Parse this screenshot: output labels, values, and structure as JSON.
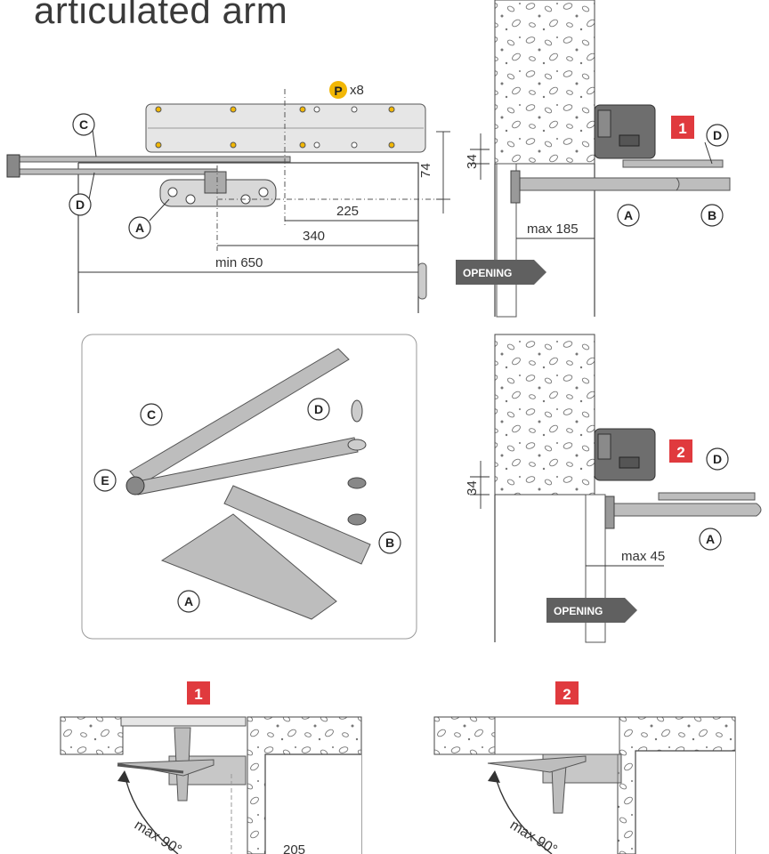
{
  "title": "articulated arm",
  "parts": {
    "a": "A",
    "b": "B",
    "c": "C",
    "d": "D",
    "e": "E",
    "p": "P"
  },
  "screws_qty": "x8",
  "dimensions": {
    "d34": "34",
    "d74": "74",
    "d225": "225",
    "d340": "340",
    "min650": "min 650",
    "max185": "max 185",
    "max45": "max 45",
    "d205": "205"
  },
  "opening_label": "OPENING",
  "badges": {
    "one": "1",
    "two": "2"
  },
  "angle_label": "max 90°",
  "colors": {
    "badge": "#e03a3e",
    "opening": "#606060",
    "screw_marker": "#f2b705",
    "arm": "#bdbdbd"
  }
}
